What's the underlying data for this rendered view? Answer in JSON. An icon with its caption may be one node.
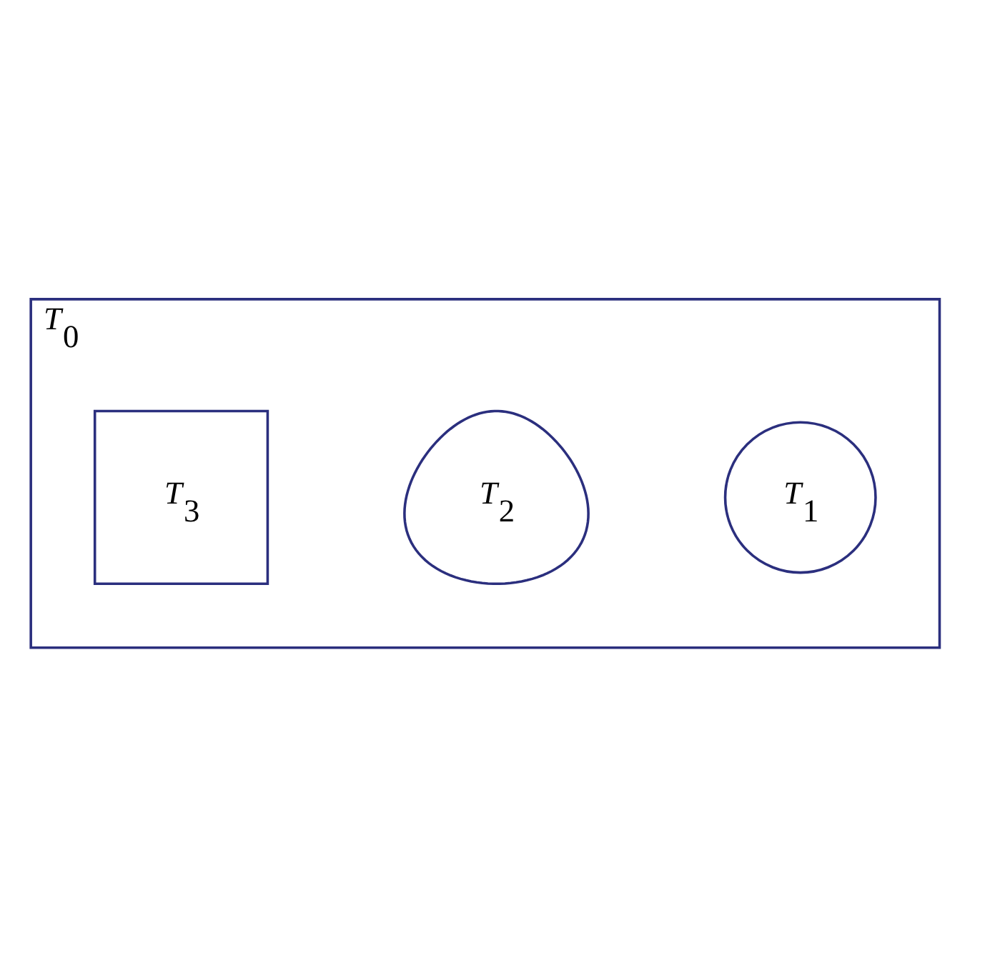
{
  "diagram": {
    "nodes": [
      {
        "text": [
          "*T*$_{0}$"
        ]
      },
      {
        "text": [
          "*T*$_{1}$"
        ],
        "in": 0
      },
      {
        "text": [
          "*T*$_{2}$"
        ],
        "in": 0
      },
      {
        "text": [
          "*T*$_{3}$"
        ],
        "in": 0
      }
    ]
  }
}
